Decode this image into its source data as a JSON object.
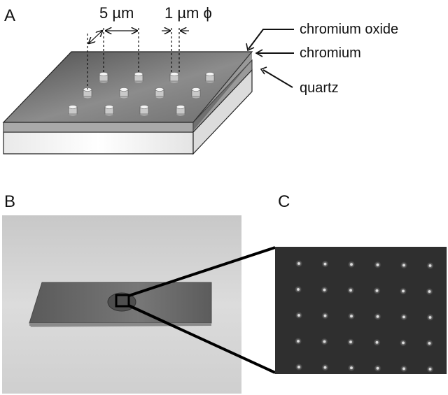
{
  "panels": {
    "a": {
      "letter": "A",
      "dimension_pitch": "5 µm",
      "dimension_diameter": "1 µm ϕ",
      "layers": {
        "top": "chromium oxide",
        "middle": "chromium",
        "bottom": "quartz"
      }
    },
    "b": {
      "letter": "B"
    },
    "c": {
      "letter": "C"
    }
  },
  "colors": {
    "surface_dark": "#5f5f5f",
    "surface_light": "#8e8e8e",
    "chromium_band": "#a9a9a9",
    "quartz": "#f1f1f1",
    "photo_bg": "#d9d9d9",
    "slide": "#6a6a6a",
    "micrograph_bg": "#2f2f2f",
    "spot": "#dcdcdc"
  },
  "spot_grid": {
    "rows": 5,
    "cols": 6
  }
}
